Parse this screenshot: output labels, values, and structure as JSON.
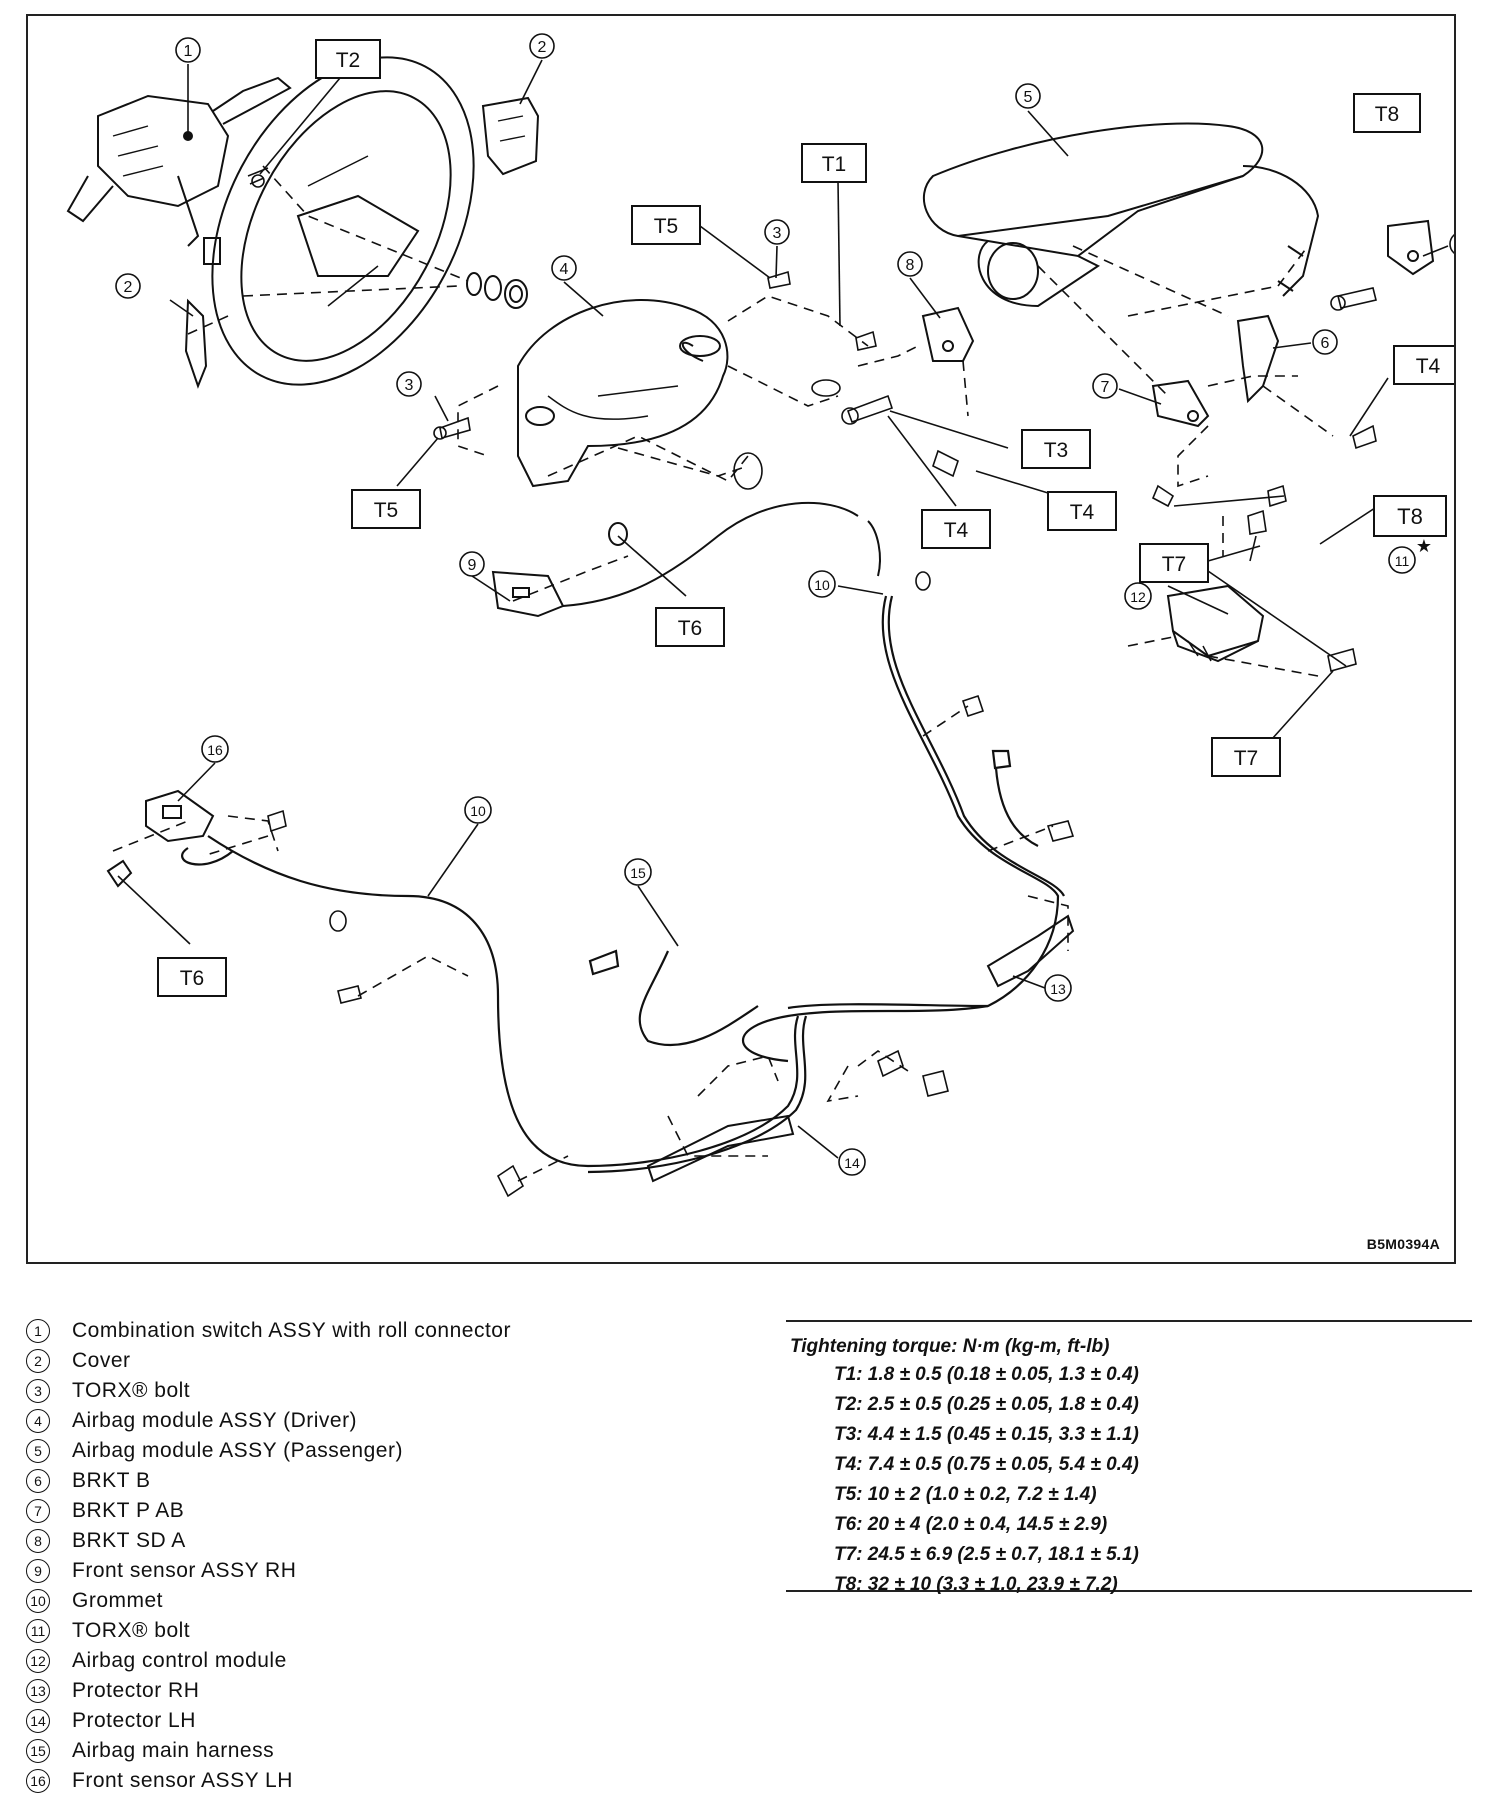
{
  "figure_code": "B5M0394A",
  "diagram_labels": {
    "tbox": [
      "T1",
      "T2",
      "T3",
      "T4",
      "T5",
      "T6",
      "T7",
      "T8"
    ],
    "callouts": [
      "1",
      "2",
      "3",
      "4",
      "5",
      "6",
      "7",
      "8",
      "9",
      "10",
      "11",
      "12",
      "13",
      "14",
      "15",
      "16"
    ],
    "star": "★"
  },
  "legend": [
    {
      "num": "1",
      "text": "Combination switch ASSY with roll connector"
    },
    {
      "num": "2",
      "text": "Cover"
    },
    {
      "num": "3",
      "text": "TORX® bolt"
    },
    {
      "num": "4",
      "text": "Airbag module ASSY (Driver)"
    },
    {
      "num": "5",
      "text": "Airbag module ASSY (Passenger)"
    },
    {
      "num": "6",
      "text": "BRKT B"
    },
    {
      "num": "7",
      "text": "BRKT P AB"
    },
    {
      "num": "8",
      "text": "BRKT SD A"
    },
    {
      "num": "9",
      "text": "Front sensor ASSY RH"
    },
    {
      "num": "10",
      "text": "Grommet"
    },
    {
      "num": "11",
      "text": "TORX® bolt"
    },
    {
      "num": "12",
      "text": "Airbag control module"
    },
    {
      "num": "13",
      "text": "Protector RH"
    },
    {
      "num": "14",
      "text": "Protector LH"
    },
    {
      "num": "15",
      "text": "Airbag main harness"
    },
    {
      "num": "16",
      "text": "Front sensor ASSY LH"
    }
  ],
  "torque": {
    "title": "Tightening torque: N·m (kg-m, ft-lb)",
    "rows": [
      "T1: 1.8 ± 0.5 (0.18 ± 0.05, 1.3 ± 0.4)",
      "T2: 2.5 ± 0.5 (0.25 ± 0.05, 1.8 ± 0.4)",
      "T3: 4.4 ± 1.5 (0.45 ± 0.15, 3.3 ± 1.1)",
      "T4: 7.4 ± 0.5 (0.75 ± 0.05, 5.4 ± 0.4)",
      "T5: 10 ± 2 (1.0 ± 0.2, 7.2 ± 1.4)",
      "T6: 20 ± 4 (2.0 ± 0.4, 14.5 ± 2.9)",
      "T7: 24.5 ± 6.9 (2.5 ± 0.7, 18.1 ± 5.1)",
      "T8: 32 ± 10 (3.3 ± 1.0, 23.9 ± 7.2)"
    ]
  },
  "colors": {
    "ink": "#111111",
    "paper": "#ffffff"
  }
}
